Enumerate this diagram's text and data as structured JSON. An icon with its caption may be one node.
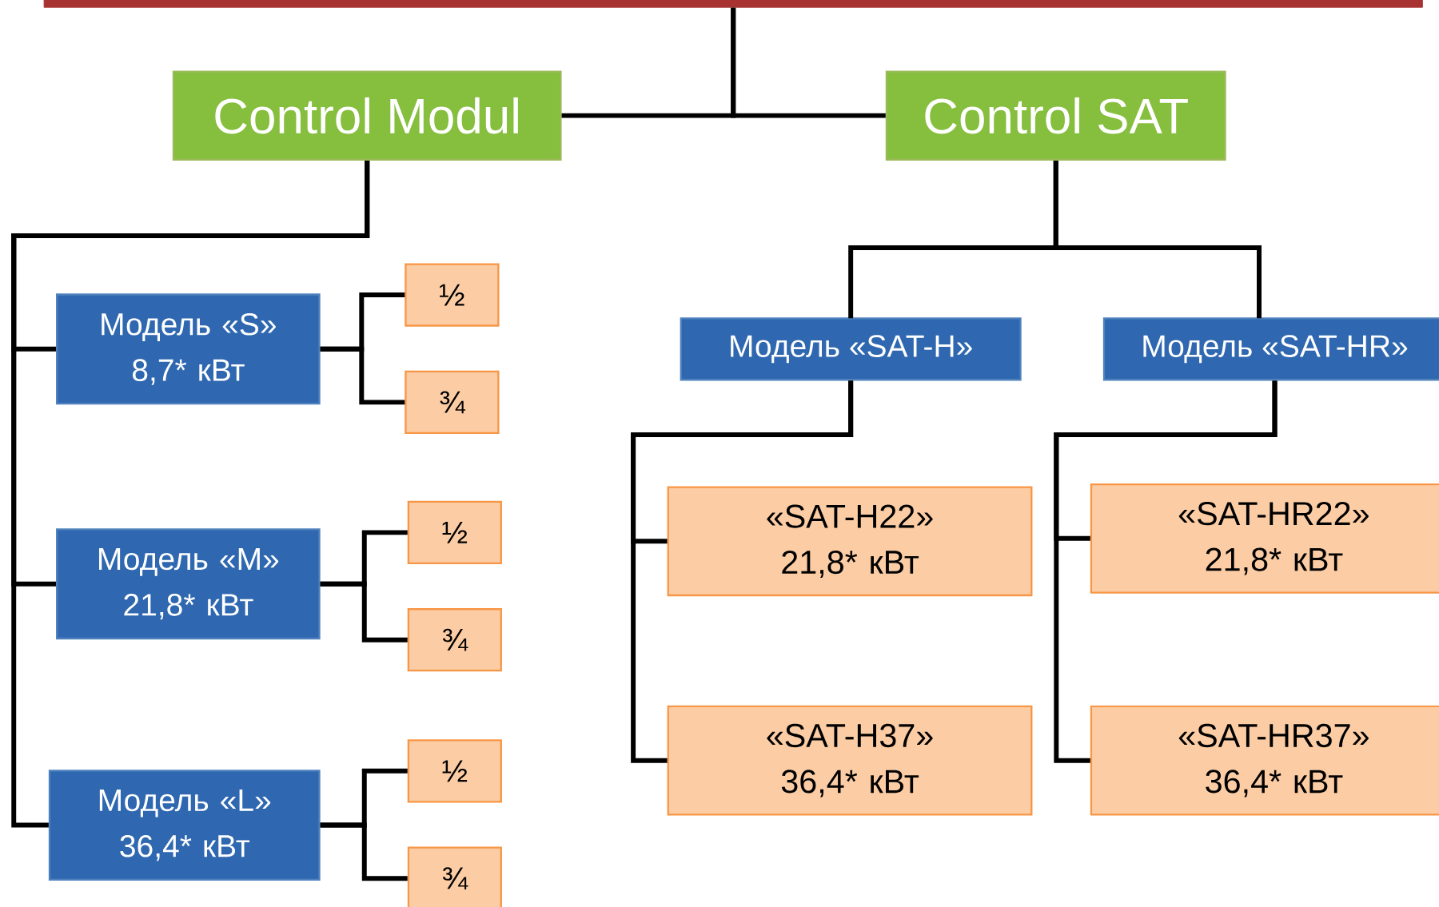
{
  "diagram": {
    "nodes": [
      {
        "text": [],
        "shape": "bar"
      },
      {
        "text": [
          "Control Modul"
        ]
      },
      {
        "text": [
          "Control SAT"
        ]
      },
      {
        "text": [
          "Модель «S» 8,7* кВт"
        ]
      },
      {
        "text": [
          "½"
        ]
      },
      {
        "text": [
          "¾"
        ]
      },
      {
        "text": [
          "Модель «M» 21,8* кВт"
        ]
      },
      {
        "text": [
          "½"
        ]
      },
      {
        "text": [
          "¾"
        ]
      },
      {
        "text": [
          "Модель «L» 36,4* кВт"
        ]
      },
      {
        "text": [
          "½"
        ]
      },
      {
        "text": [
          "¾"
        ]
      },
      {
        "text": [
          "Модель «SAT-H»"
        ]
      },
      {
        "text": [
          "Модель «SAT-HR»"
        ]
      },
      {
        "text": [
          "«SAT-H22» 21,8* кВт"
        ]
      },
      {
        "text": [
          "«SAT-H37» 36,4* кВт"
        ]
      },
      {
        "text": [
          "«SAT-HR22» 21,8* кВт"
        ]
      },
      {
        "text": [
          "«SAT-HR37» 36,4* кВт"
        ]
      }
    ],
    "edges": [
      {
        "from": 0,
        "to": 1,
        "arrow": "none"
      },
      {
        "from": 0,
        "to": 2,
        "arrow": "none"
      },
      {
        "from": 1,
        "to": 3,
        "arrow": "none"
      },
      {
        "from": 1,
        "to": 6,
        "arrow": "none"
      },
      {
        "from": 1,
        "to": 9,
        "arrow": "none"
      },
      {
        "from": 3,
        "to": 4,
        "arrow": "none"
      },
      {
        "from": 3,
        "to": 5,
        "arrow": "none"
      },
      {
        "from": 6,
        "to": 7,
        "arrow": "none"
      },
      {
        "from": 6,
        "to": 8,
        "arrow": "none"
      },
      {
        "from": 9,
        "to": 10,
        "arrow": "none"
      },
      {
        "from": 9,
        "to": 11,
        "arrow": "none"
      },
      {
        "from": 2,
        "to": 12,
        "arrow": "none"
      },
      {
        "from": 2,
        "to": 13,
        "arrow": "none"
      },
      {
        "from": 12,
        "to": 14,
        "arrow": "none"
      },
      {
        "from": 12,
        "to": 15,
        "arrow": "none"
      },
      {
        "from": 13,
        "to": 16,
        "arrow": "none"
      },
      {
        "from": 13,
        "to": 17,
        "arrow": "none"
      }
    ]
  }
}
